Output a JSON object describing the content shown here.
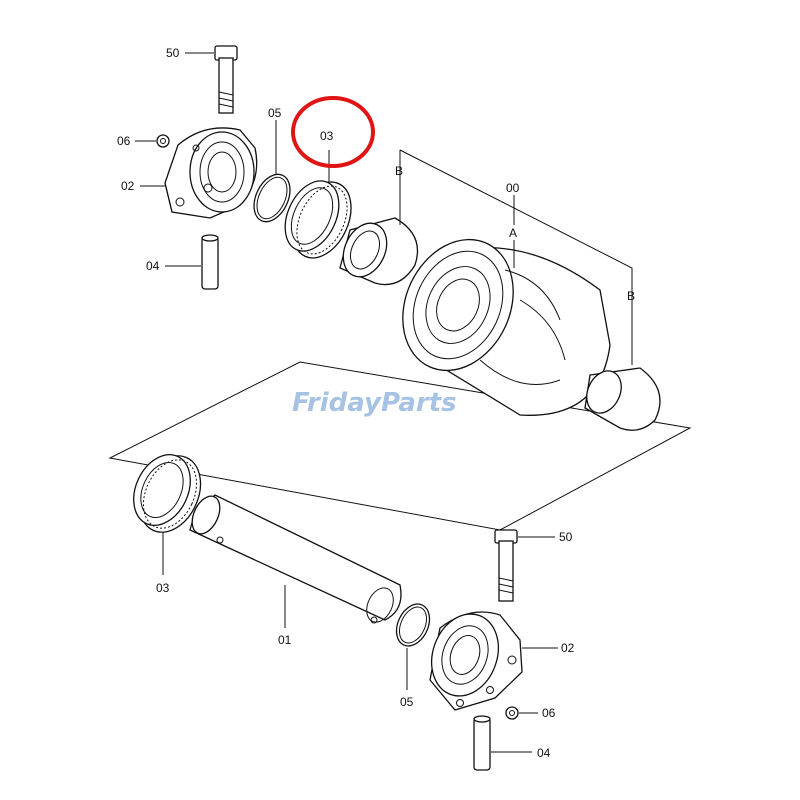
{
  "watermark": {
    "text": "FridayParts",
    "color": "#8ab0dc"
  },
  "highlight": {
    "label": "03",
    "color": "#e01414"
  },
  "callouts": {
    "bolt_top": "50",
    "nut_top": "06",
    "bracket_top": "02",
    "pin_top": "04",
    "oring_top": "05",
    "seal_top": "03",
    "roller": "00",
    "roller_a": "A",
    "bushing_b_left": "B",
    "bushing_b_right": "B",
    "seal_bottom": "03",
    "shaft": "01",
    "oring_bottom": "05",
    "bolt_bottom": "50",
    "bracket_bottom": "02",
    "nut_bottom": "06",
    "pin_bottom": "04"
  }
}
